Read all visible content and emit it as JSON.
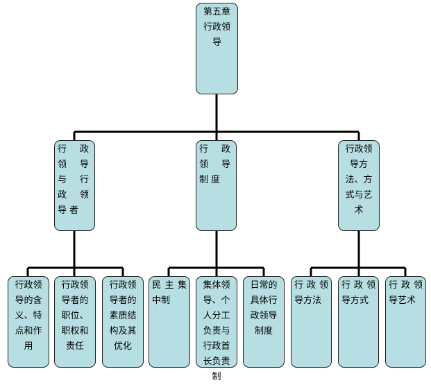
{
  "root": {
    "label": "第五章行政领导"
  },
  "branches": [
    {
      "label": "行政领导与行政领导者",
      "children": [
        {
          "label": "行政领导的含义、特点和作用"
        },
        {
          "label": "行政领导者的职位、职权和责任"
        },
        {
          "label": "行政领导者的素质结构及其优化"
        }
      ]
    },
    {
      "label": "行政领导制度",
      "children": [
        {
          "label": "民主集中制"
        },
        {
          "label": "集体领导、个人分工负责与行政首长负责制"
        },
        {
          "label": "日常的具体行政领导制度"
        }
      ]
    },
    {
      "label": "行政领导方法、方式与艺术",
      "children": [
        {
          "label": "行政领导方法"
        },
        {
          "label": "行政领导方式"
        },
        {
          "label": "行政领导艺术"
        }
      ]
    }
  ],
  "colors": {
    "node_fill": "#b7dfe3",
    "node_border": "#1f1f1f",
    "connector": "#000000"
  }
}
